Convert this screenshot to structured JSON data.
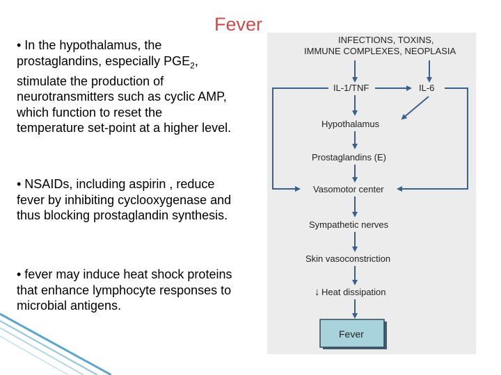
{
  "slide": {
    "title": "Fever",
    "bullets": [
      {
        "before_sub": "• In the hypothalamus, the prostaglandins, especially PGE",
        "sub": "2",
        "after_sub": ", stimulate the production of neurotransmitters such as cyclic AMP, which function to reset the temperature set-point at a higher level."
      },
      {
        "text": "• NSAIDs, including aspirin , reduce fever by inhibiting cyclooxygenase and thus blocking prostaglandin synthesis."
      },
      {
        "text": "• fever may induce heat shock proteins that enhance lymphocyte responses to microbial antigens."
      }
    ]
  },
  "diagram": {
    "top_line1": "INFECTIONS, TOXINS,",
    "top_line2": "IMMUNE COMPLEXES, NEOPLASIA",
    "il1_tnf": "IL-1/TNF",
    "il6": "IL-6",
    "hypothalamus": "Hypothalamus",
    "prostaglandins": "Prostaglandins (E)",
    "vasomotor": "Vasomotor center",
    "sympathetic": "Sympathetic nerves",
    "skin": "Skin vasoconstriction",
    "heat_arrow": "↓",
    "heat": "Heat dissipation",
    "fever": "Fever"
  },
  "colors": {
    "title": "#c0504d",
    "panel": "#ececec",
    "arrows": "#3a5f8a",
    "fever_box": "#a9d3dc",
    "corner": "#5aa5c8"
  }
}
